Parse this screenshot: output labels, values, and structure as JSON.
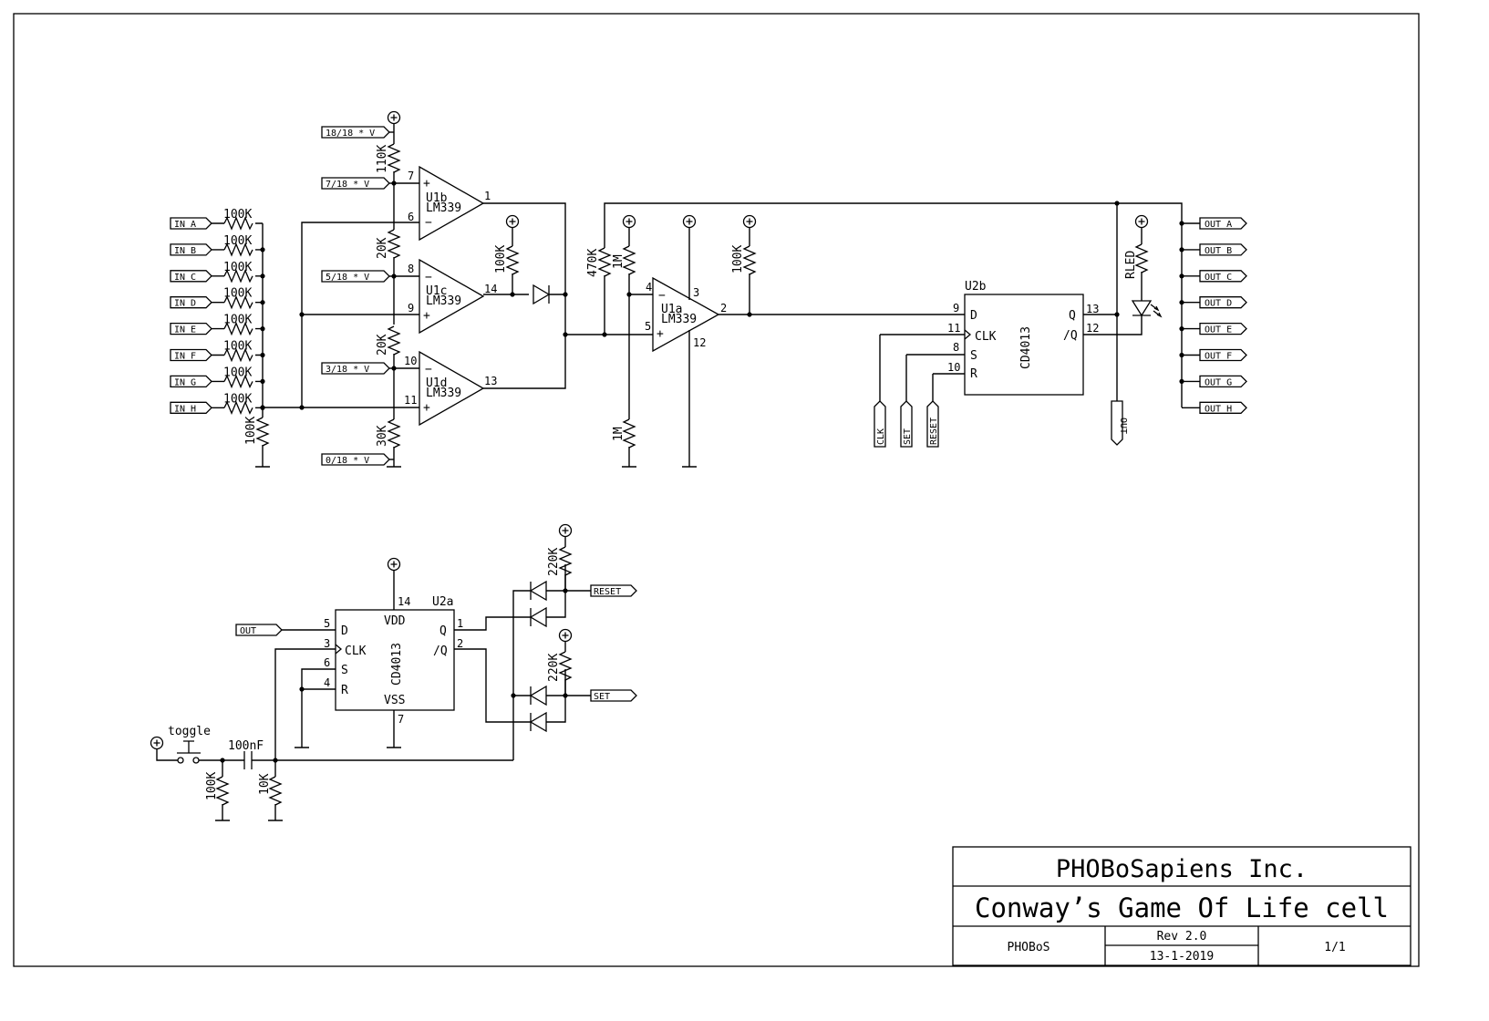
{
  "title_block": {
    "company": "PHOBoSapiens Inc.",
    "title": "Conway’s Game Of Life cell",
    "author": "PHOBoS",
    "revision": "Rev 2.0",
    "date": "13-1-2019",
    "sheet": "1/1"
  },
  "inputs": [
    "IN A",
    "IN B",
    "IN C",
    "IN D",
    "IN E",
    "IN F",
    "IN G",
    "IN H"
  ],
  "outputs": [
    "OUT A",
    "OUT B",
    "OUT C",
    "OUT D",
    "OUT E",
    "OUT F",
    "OUT G",
    "OUT H"
  ],
  "ref_levels": [
    "18/18 * V",
    "7/18 * V",
    "5/18 * V",
    "3/18 * V",
    "0/18 * V"
  ],
  "ports": {
    "clk": "CLK",
    "set": "SET",
    "reset": "RESET",
    "out": "OUT"
  },
  "parts": {
    "input_resistor": "100K",
    "pulldown_resistor": "100K",
    "divider": [
      "110K",
      "20K",
      "20K",
      "30K"
    ],
    "pullup_14": "100K",
    "fb_470k": "470K",
    "bias_top": "1M",
    "bias_bot": "1M",
    "pullup_u1a": "100K",
    "rled": "RLED",
    "r220k_1": "220K",
    "r220k_2": "220K",
    "toggle_res": "100K",
    "cap": "100nF",
    "res_10k": "10K",
    "switch": "toggle"
  },
  "comparators": {
    "u1b": {
      "ref": "U1b",
      "part": "LM339",
      "plus": "7",
      "minus": "6",
      "out": "1"
    },
    "u1c": {
      "ref": "U1c",
      "part": "LM339",
      "minus": "8",
      "plus": "9",
      "out": "14"
    },
    "u1d": {
      "ref": "U1d",
      "part": "LM339",
      "minus": "10",
      "plus": "11",
      "out": "13"
    },
    "u1a": {
      "ref": "U1a",
      "part": "LM339",
      "minus": "4",
      "plus": "5",
      "out": "2",
      "vcc": "3",
      "gnd": "12"
    }
  },
  "flipflops": {
    "u2b": {
      "ref": "U2b",
      "part": "CD4013",
      "d": "D",
      "clk": "CLK",
      "s": "S",
      "r": "R",
      "q": "Q",
      "qn": "/Q",
      "pin_d": "9",
      "pin_clk": "11",
      "pin_s": "8",
      "pin_r": "10",
      "pin_q": "13",
      "pin_qn": "12"
    },
    "u2a": {
      "ref": "U2a",
      "part": "CD4013",
      "d": "D",
      "clk": "CLK",
      "s": "S",
      "r": "R",
      "q": "Q",
      "qn": "/Q",
      "vdd": "VDD",
      "vss": "VSS",
      "pin_d": "5",
      "pin_clk": "3",
      "pin_s": "6",
      "pin_r": "4",
      "pin_q": "1",
      "pin_qn": "2",
      "pin_vdd": "14",
      "pin_vss": "7"
    }
  }
}
